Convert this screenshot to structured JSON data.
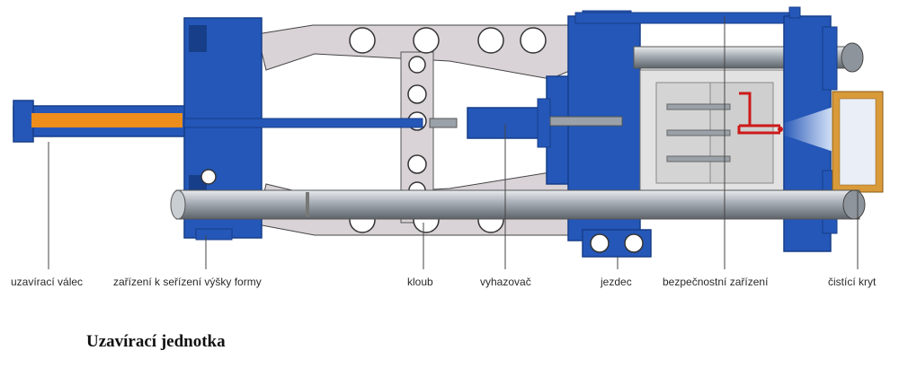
{
  "caption": "Uzavírací jednotka",
  "labels": {
    "closing_cylinder": "uzavírací válec",
    "mold_height_device": "zařízení k seřízení výšky formy",
    "toggle_joint": "kloub",
    "ejector": "vyhazovač",
    "slide": "jezdec",
    "safety_device": "bezpečnostní zařízení",
    "cleaning_cover": "čistící kryt"
  },
  "colors": {
    "frame": "#2457b8",
    "frame_dark": "#173e88",
    "toggle_plate": "#d9d2d6",
    "rod": "#9aa1a8",
    "cylinder_core": "#ec8d1c",
    "mold": "#e2e2e2",
    "hot_runner": "#cc1a1a",
    "cover_frame": "#d99a3a"
  }
}
